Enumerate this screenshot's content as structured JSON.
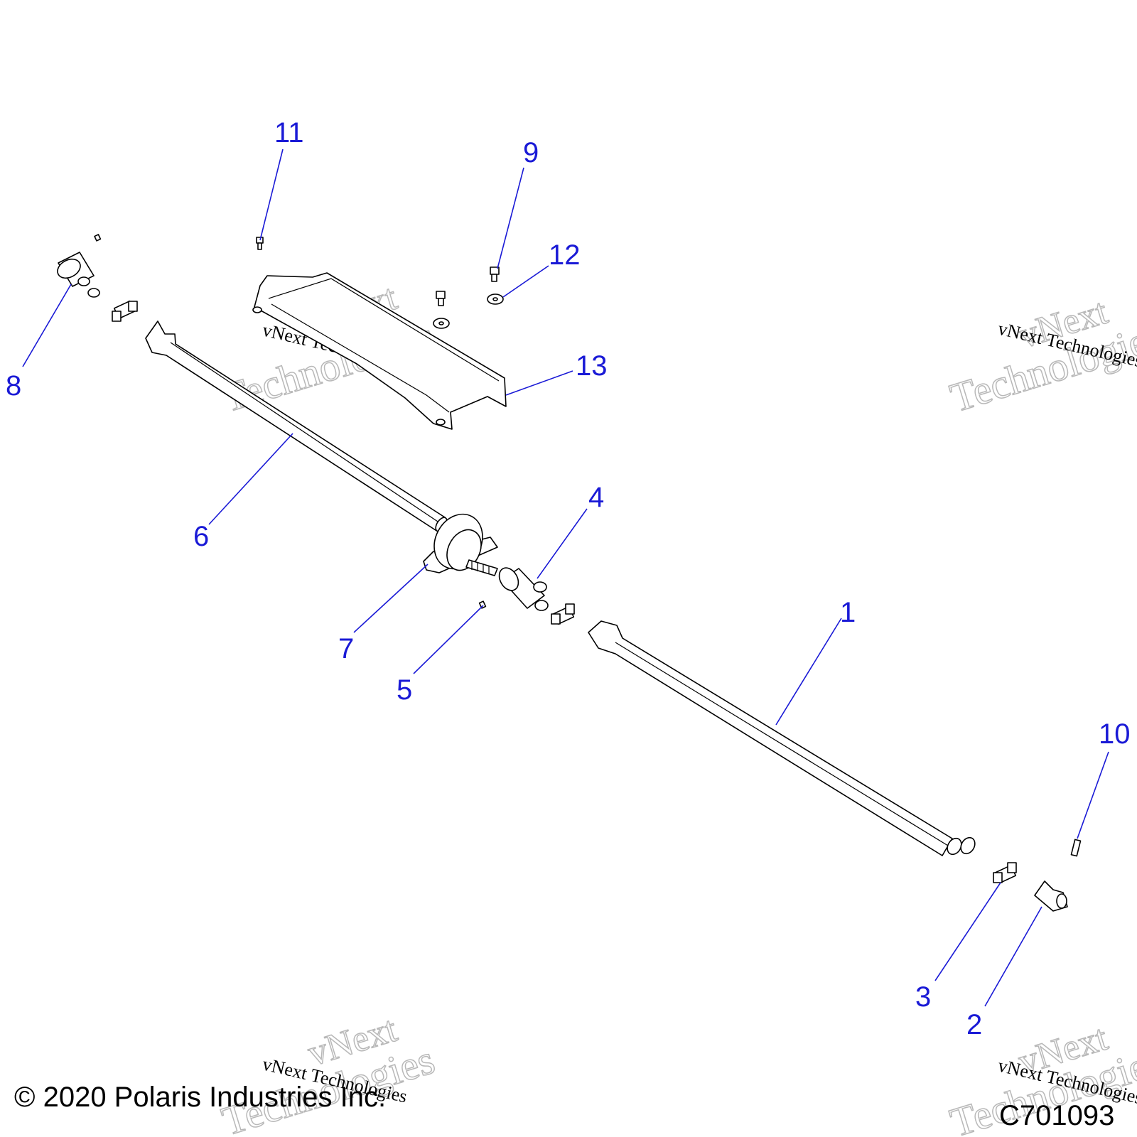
{
  "diagram": {
    "callout_color": "#1a1ad6",
    "leader_color": "#1a1ad6",
    "line_color": "#000000",
    "watermark_color": "#b8b8b8",
    "callouts": [
      "1",
      "2",
      "3",
      "4",
      "5",
      "6",
      "7",
      "8",
      "9",
      "10",
      "11",
      "12",
      "13"
    ],
    "copyright": "© 2020 Polaris Industries Inc.",
    "drawing_number": "C701093",
    "watermark": {
      "line1": "vNext",
      "line2": "Technologies",
      "small": "vNext Technologies"
    }
  }
}
